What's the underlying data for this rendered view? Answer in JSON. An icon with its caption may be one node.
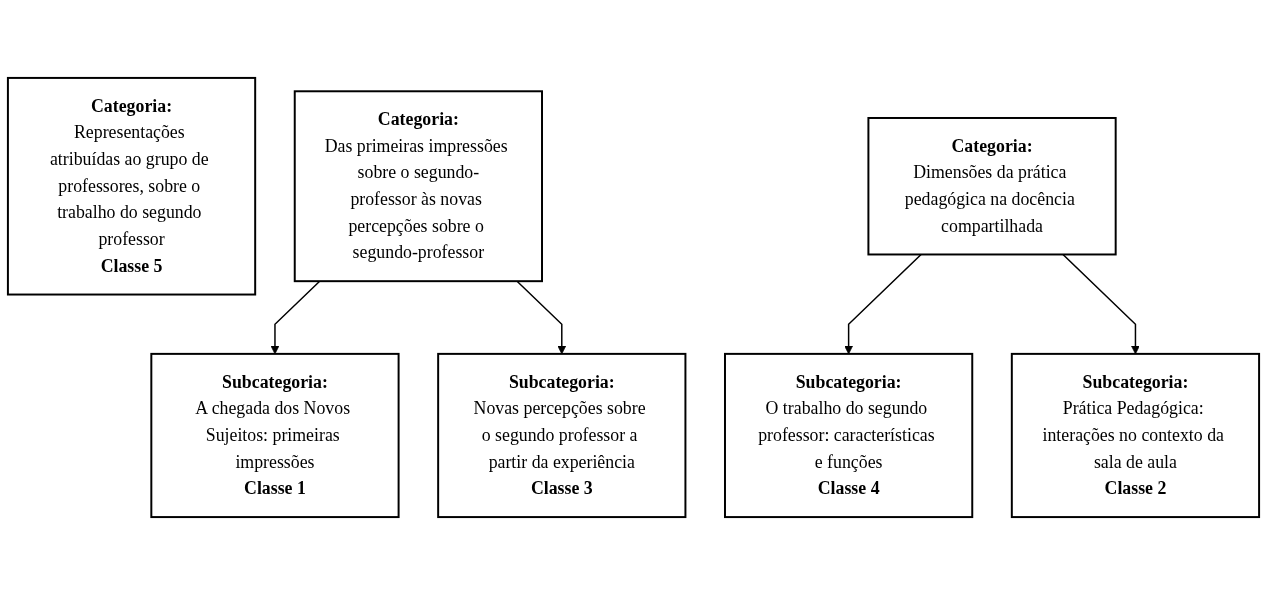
{
  "diagram": {
    "nodes": [
      {
        "text": [
          "Categoria:",
          "Representações atribuídas ao grupo de professores, sobre o trabalho do segundo professor",
          "Classe 5"
        ]
      },
      {
        "text": [
          "Categoria:",
          "Das primeiras impressões sobre o segundo-professor às novas percepções sobre o segundo-professor"
        ]
      },
      {
        "text": [
          "Categoria:",
          "Dimensões da prática pedagógica na docência compartilhada"
        ]
      },
      {
        "text": [
          "Subcategoria:",
          "A chegada dos Novos Sujeitos: primeiras impressões",
          "Classe 1"
        ]
      },
      {
        "text": [
          "Subcategoria:",
          "Novas percepções sobre o segundo professor a partir da experiência",
          "Classe 3"
        ]
      },
      {
        "text": [
          "Subcategoria:",
          "O trabalho do segundo professor: características e funções",
          "Classe 4"
        ]
      },
      {
        "text": [
          "Subcategoria:",
          "Prática Pedagógica: interações no contexto da sala de aula",
          "Classe 2"
        ]
      }
    ],
    "edges": [
      {
        "from": 1,
        "to": 3,
        "arrow": "to"
      },
      {
        "from": 1,
        "to": 4,
        "arrow": "to"
      },
      {
        "from": 2,
        "to": 5,
        "arrow": "to"
      },
      {
        "from": 2,
        "to": 6,
        "arrow": "to"
      }
    ]
  }
}
